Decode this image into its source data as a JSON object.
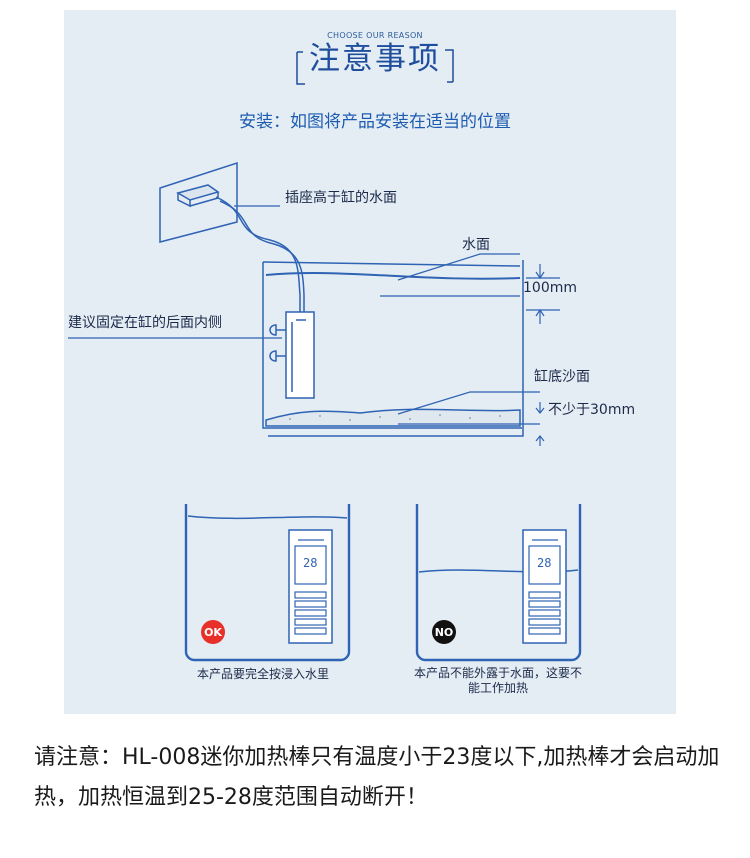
{
  "header": {
    "eyebrow": "CHOOSE OUR REASON",
    "title": "注意事项"
  },
  "install_line": "安装：如图将产品安装在适当的位置",
  "diagram_labels": {
    "socket": "插座高于缸的水面",
    "water_surface": "水面",
    "depth_100": "100mm",
    "mount": "建议固定在缸的后面内侧",
    "sand_surface": "缸底沙面",
    "min_30": "不少于30mm"
  },
  "examples": {
    "ok": {
      "badge": "OK",
      "display": "28",
      "caption": "本产品要完全按浸入水里"
    },
    "no": {
      "badge": "NO",
      "display": "28",
      "caption": "本产品不能外露于水面，这要不能工作加热"
    }
  },
  "note": "请注意：HL-008迷你加热棒只有温度小于23度以下,加热棒才会启动加热，加热恒温到25-28度范围自动断开！",
  "colors": {
    "panel_bg": "#e5edf4",
    "line_blue": "#2f63b4",
    "title_blue": "#1f4f9c",
    "ok_badge": "#e8302a",
    "no_badge": "#111111"
  }
}
